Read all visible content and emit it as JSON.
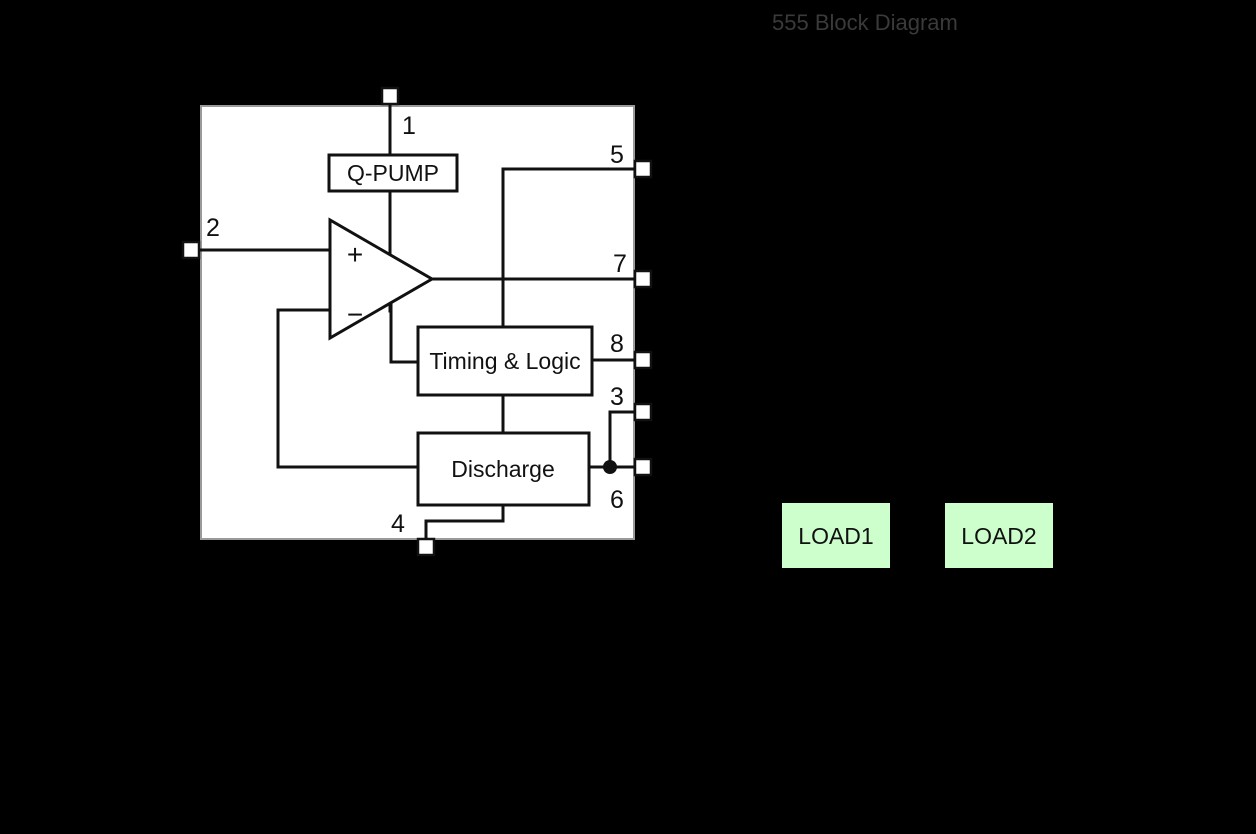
{
  "page": {
    "background_color": "#000000",
    "title_text": "555 Block Diagram"
  },
  "chip": {
    "name": "timer-ic-body",
    "fill": "#ffffff",
    "border_color": "#9a9a9a"
  },
  "blocks": {
    "qpump": {
      "label": "Q-PUMP",
      "fill": "#ffffff",
      "stroke": "#111111"
    },
    "timing_logic": {
      "label": "Timing & Logic",
      "fill": "#ffffff",
      "stroke": "#111111"
    },
    "discharge": {
      "label": "Discharge",
      "fill": "#ffffff",
      "stroke": "#111111"
    }
  },
  "comparator": {
    "plus_label": "+",
    "minus_label": "−"
  },
  "pins": [
    {
      "number": "1",
      "name": "pin-1",
      "side": "top"
    },
    {
      "number": "2",
      "name": "pin-2",
      "side": "left"
    },
    {
      "number": "5",
      "name": "pin-5",
      "side": "right"
    },
    {
      "number": "7",
      "name": "pin-7",
      "side": "right"
    },
    {
      "number": "8",
      "name": "pin-8",
      "side": "right"
    },
    {
      "number": "3",
      "name": "pin-3",
      "side": "right"
    },
    {
      "number": "6",
      "name": "pin-6",
      "side": "right"
    },
    {
      "number": "4",
      "name": "pin-4",
      "side": "bottom"
    }
  ],
  "pin_labels": {
    "p1": "1",
    "p2": "2",
    "p5": "5",
    "p7": "7",
    "p8": "8",
    "p3": "3",
    "p6": "6",
    "p4": "4"
  },
  "loads": [
    {
      "label": "LOAD1",
      "name": "load1-box",
      "fill": "#ccffcc"
    },
    {
      "label": "LOAD2",
      "name": "load2-box",
      "fill": "#ccffcc"
    }
  ],
  "load_labels": {
    "load1": "LOAD1",
    "load2": "LOAD2"
  },
  "colors": {
    "background": "#000000",
    "chip_fill": "#ffffff",
    "chip_border": "#9a9a9a",
    "wire": "#111111",
    "load_green": "#ccffcc",
    "text": "#111111",
    "faint_title": "#3a3a3a"
  }
}
